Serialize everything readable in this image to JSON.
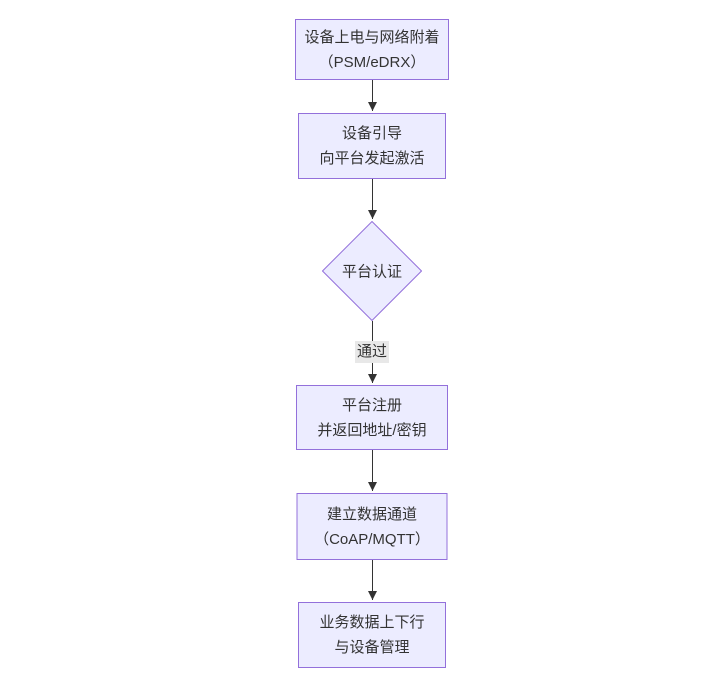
{
  "diagram": {
    "type": "flowchart",
    "direction": "top-down",
    "nodes": [
      {
        "id": "A",
        "shape": "rect",
        "line1": "设备上电与网络附着",
        "line2": "（PSM/eDRX）"
      },
      {
        "id": "B",
        "shape": "rect",
        "line1": "设备引导",
        "line2": "向平台发起激活"
      },
      {
        "id": "C",
        "shape": "diamond",
        "line1": "平台认证",
        "line2": ""
      },
      {
        "id": "D",
        "shape": "rect",
        "line1": "平台注册",
        "line2": "并返回地址/密钥"
      },
      {
        "id": "E",
        "shape": "rect",
        "line1": "建立数据通道",
        "line2": "（CoAP/MQTT）"
      },
      {
        "id": "F",
        "shape": "rect",
        "line1": "业务数据上下行",
        "line2": "与设备管理"
      }
    ],
    "edges": [
      {
        "from": "A",
        "to": "B",
        "label": ""
      },
      {
        "from": "B",
        "to": "C",
        "label": ""
      },
      {
        "from": "C",
        "to": "D",
        "label": "通过"
      },
      {
        "from": "D",
        "to": "E",
        "label": ""
      },
      {
        "from": "E",
        "to": "F",
        "label": ""
      }
    ]
  },
  "colors": {
    "node-fill": "#ECECFF",
    "node-border": "#9370DB",
    "text": "#333333",
    "arrow": "#333333",
    "edge-label-bg": "#e8e8e8",
    "canvas-bg": "#ffffff"
  }
}
